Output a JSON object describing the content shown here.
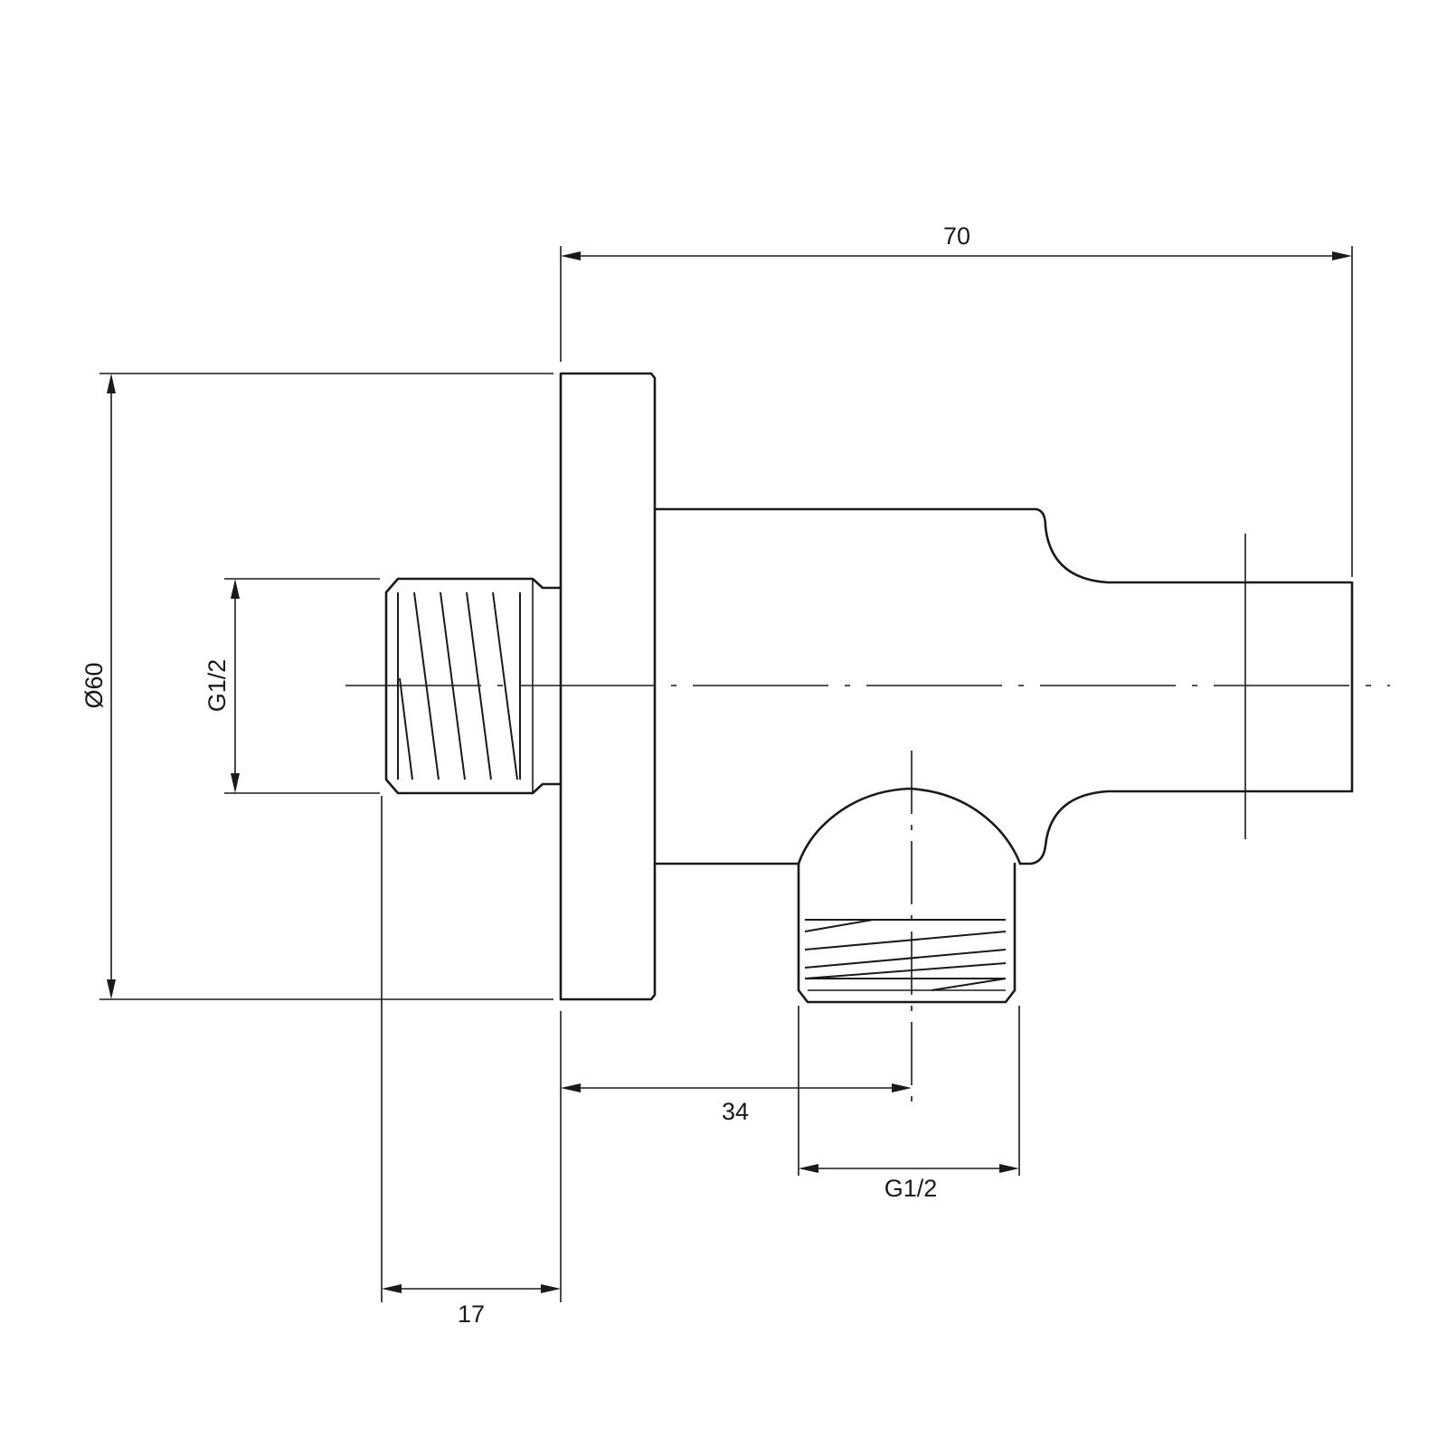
{
  "dimensions": {
    "overall_length": "70",
    "rosette_diameter": "Ø60",
    "inlet_thread": "G1/2",
    "inlet_length": "17",
    "outlet_offset": "34",
    "outlet_thread": "G1/2"
  }
}
